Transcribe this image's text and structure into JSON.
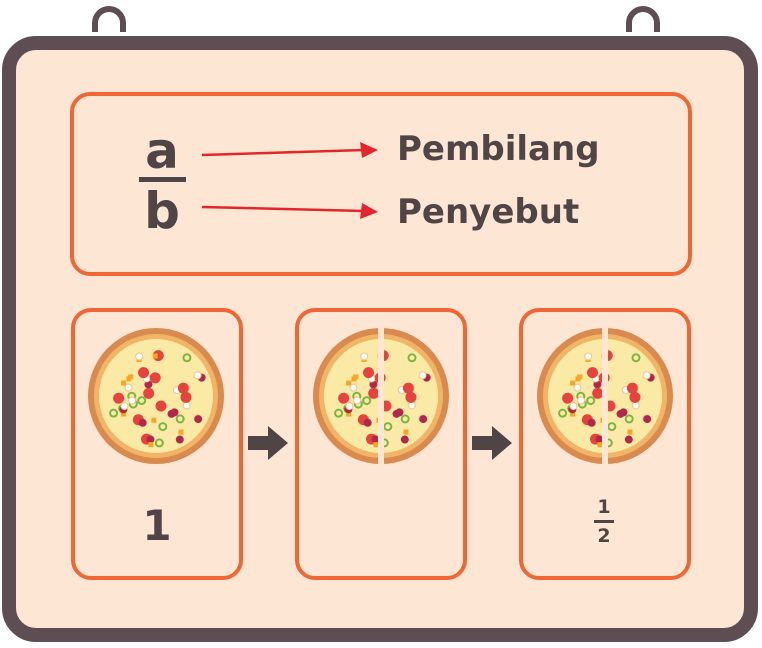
{
  "definition": {
    "numerator_letter": "a",
    "denominator_letter": "b",
    "numerator_term": "Pembilang",
    "denominator_term": "Penyebut"
  },
  "steps": [
    {
      "label": "1",
      "pizza": "whole"
    },
    {
      "label": "",
      "pizza": "cut-in-two"
    },
    {
      "label_numerator": "1",
      "label_denominator": "2",
      "pizza": "half-shown"
    }
  ],
  "icons": {
    "arrow": "right-arrow-icon",
    "pizza": "pizza-icon"
  },
  "colors": {
    "board_frame": "#5e4e53",
    "board_fill": "#fde6d4",
    "card_border": "#ee6735",
    "text": "#4f4446",
    "pointer_arrow": "#e3262b"
  }
}
